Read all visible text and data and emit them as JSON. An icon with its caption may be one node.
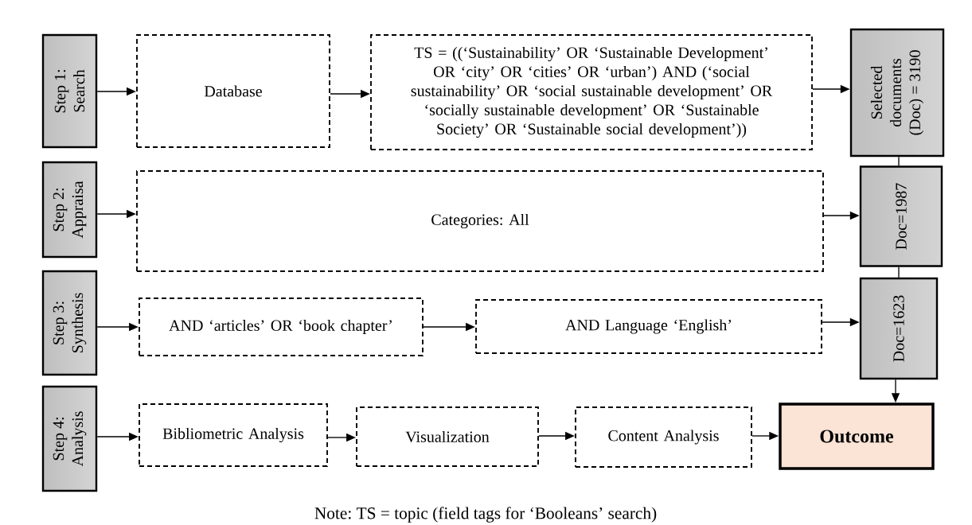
{
  "diagram": {
    "nodes": [
      {
        "text": [
          "Step 1: Search"
        ]
      },
      {
        "text": [
          "Database"
        ]
      },
      {
        "text": [
          "TS = ((‘Sustainability’ OR ‘Sustainable Development’ OR ‘city’ OR ‘cities’ OR ‘urban’) AND (‘social sustainability’ OR ‘social sustainable development’ OR ‘socially sustainable development’ OR ‘Sustainable Society’ OR ‘Sustainable social development’))"
        ]
      },
      {
        "text": [
          "Selected documents (Doc) = 3190"
        ]
      },
      {
        "text": [
          "Step 2: Appraisa"
        ]
      },
      {
        "text": [
          "Categories: All"
        ]
      },
      {
        "text": [
          "Doc=1987"
        ]
      },
      {
        "text": [
          "Step 3: Synthesis"
        ]
      },
      {
        "text": [
          "AND ‘articles’ OR ‘book chapter’"
        ]
      },
      {
        "text": [
          "AND Language ‘English’"
        ]
      },
      {
        "text": [
          "Doc=1623"
        ]
      },
      {
        "text": [
          "Step 4: Analysis"
        ]
      },
      {
        "text": [
          "Bibliometric Analysis"
        ]
      },
      {
        "text": [
          "Visualization"
        ]
      },
      {
        "text": [
          "Content Analysis"
        ]
      },
      {
        "text": [
          "Outcome"
        ]
      }
    ],
    "edges": [
      {
        "from": 0,
        "to": 1,
        "arrow": "to"
      },
      {
        "from": 1,
        "to": 2,
        "arrow": "to"
      },
      {
        "from": 2,
        "to": 3,
        "arrow": "to"
      },
      {
        "from": 3,
        "to": 6,
        "arrow": "none"
      },
      {
        "from": 4,
        "to": 5,
        "arrow": "to"
      },
      {
        "from": 5,
        "to": 6,
        "arrow": "to"
      },
      {
        "from": 6,
        "to": 10,
        "arrow": "none"
      },
      {
        "from": 7,
        "to": 8,
        "arrow": "to"
      },
      {
        "from": 8,
        "to": 9,
        "arrow": "to"
      },
      {
        "from": 9,
        "to": 10,
        "arrow": "to"
      },
      {
        "from": 10,
        "to": 15,
        "arrow": "to"
      },
      {
        "from": 11,
        "to": 12,
        "arrow": "to"
      },
      {
        "from": 12,
        "to": 13,
        "arrow": "to"
      },
      {
        "from": 13,
        "to": 14,
        "arrow": "to"
      },
      {
        "from": 14,
        "to": 15,
        "arrow": "to"
      }
    ],
    "labels": [
      "Note: TS = topic (field tags for ‘Booleans’ search)"
    ]
  }
}
